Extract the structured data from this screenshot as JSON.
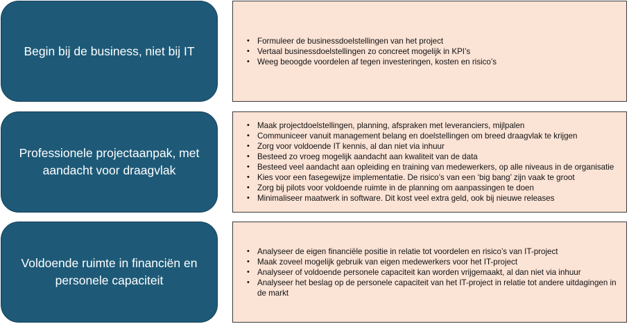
{
  "rows": [
    {
      "heading": "Begin bij de business, niet bij IT",
      "bullets": [
        "Formuleer de businessdoelstellingen van het project",
        "Vertaal businessdoelstellingen zo concreet mogelijk in KPI’s",
        "Weeg beoogde voordelen af tegen investeringen, kosten en risico’s"
      ]
    },
    {
      "heading": "Professionele projectaanpak, met aandacht voor draagvlak",
      "bullets": [
        "Maak projectdoelstellingen, planning, afspraken met leveranciers, mijlpalen",
        "Communiceer vanuit management belang en doelstellingen om breed draagvlak te krijgen",
        "Zorg voor voldoende IT kennis, al dan niet via inhuur",
        "Besteed zo vroeg mogelijk aandacht aan kwaliteit van de data",
        "Besteed veel aandacht aan opleiding en training van medewerkers, op alle niveaus in de organisatie",
        "Kies voor een fasegewijze implementatie. De risico’s van een ‘big bang’ zijn vaak te groot",
        "Zorg bij pilots voor voldoende ruimte in de planning om aanpassingen te doen",
        "Minimaliseer maatwerk in software. Dit kost veel extra geld, ook bij nieuwe releases"
      ]
    },
    {
      "heading": "Voldoende ruimte in financiën en personele capaciteit",
      "bullets": [
        "Analyseer de eigen financiële positie in relatie tot voordelen en risico’s van IT-project",
        "Maak zoveel mogelijk gebruik van eigen medewerkers voor het IT-project",
        "Analyseer of voldoende personele capaciteit kan worden vrijgemaakt, al dan niet via inhuur",
        "Analyseer het beslag op de personele capaciteit van het IT-project in relatie tot andere uitdagingen in de markt"
      ]
    }
  ]
}
